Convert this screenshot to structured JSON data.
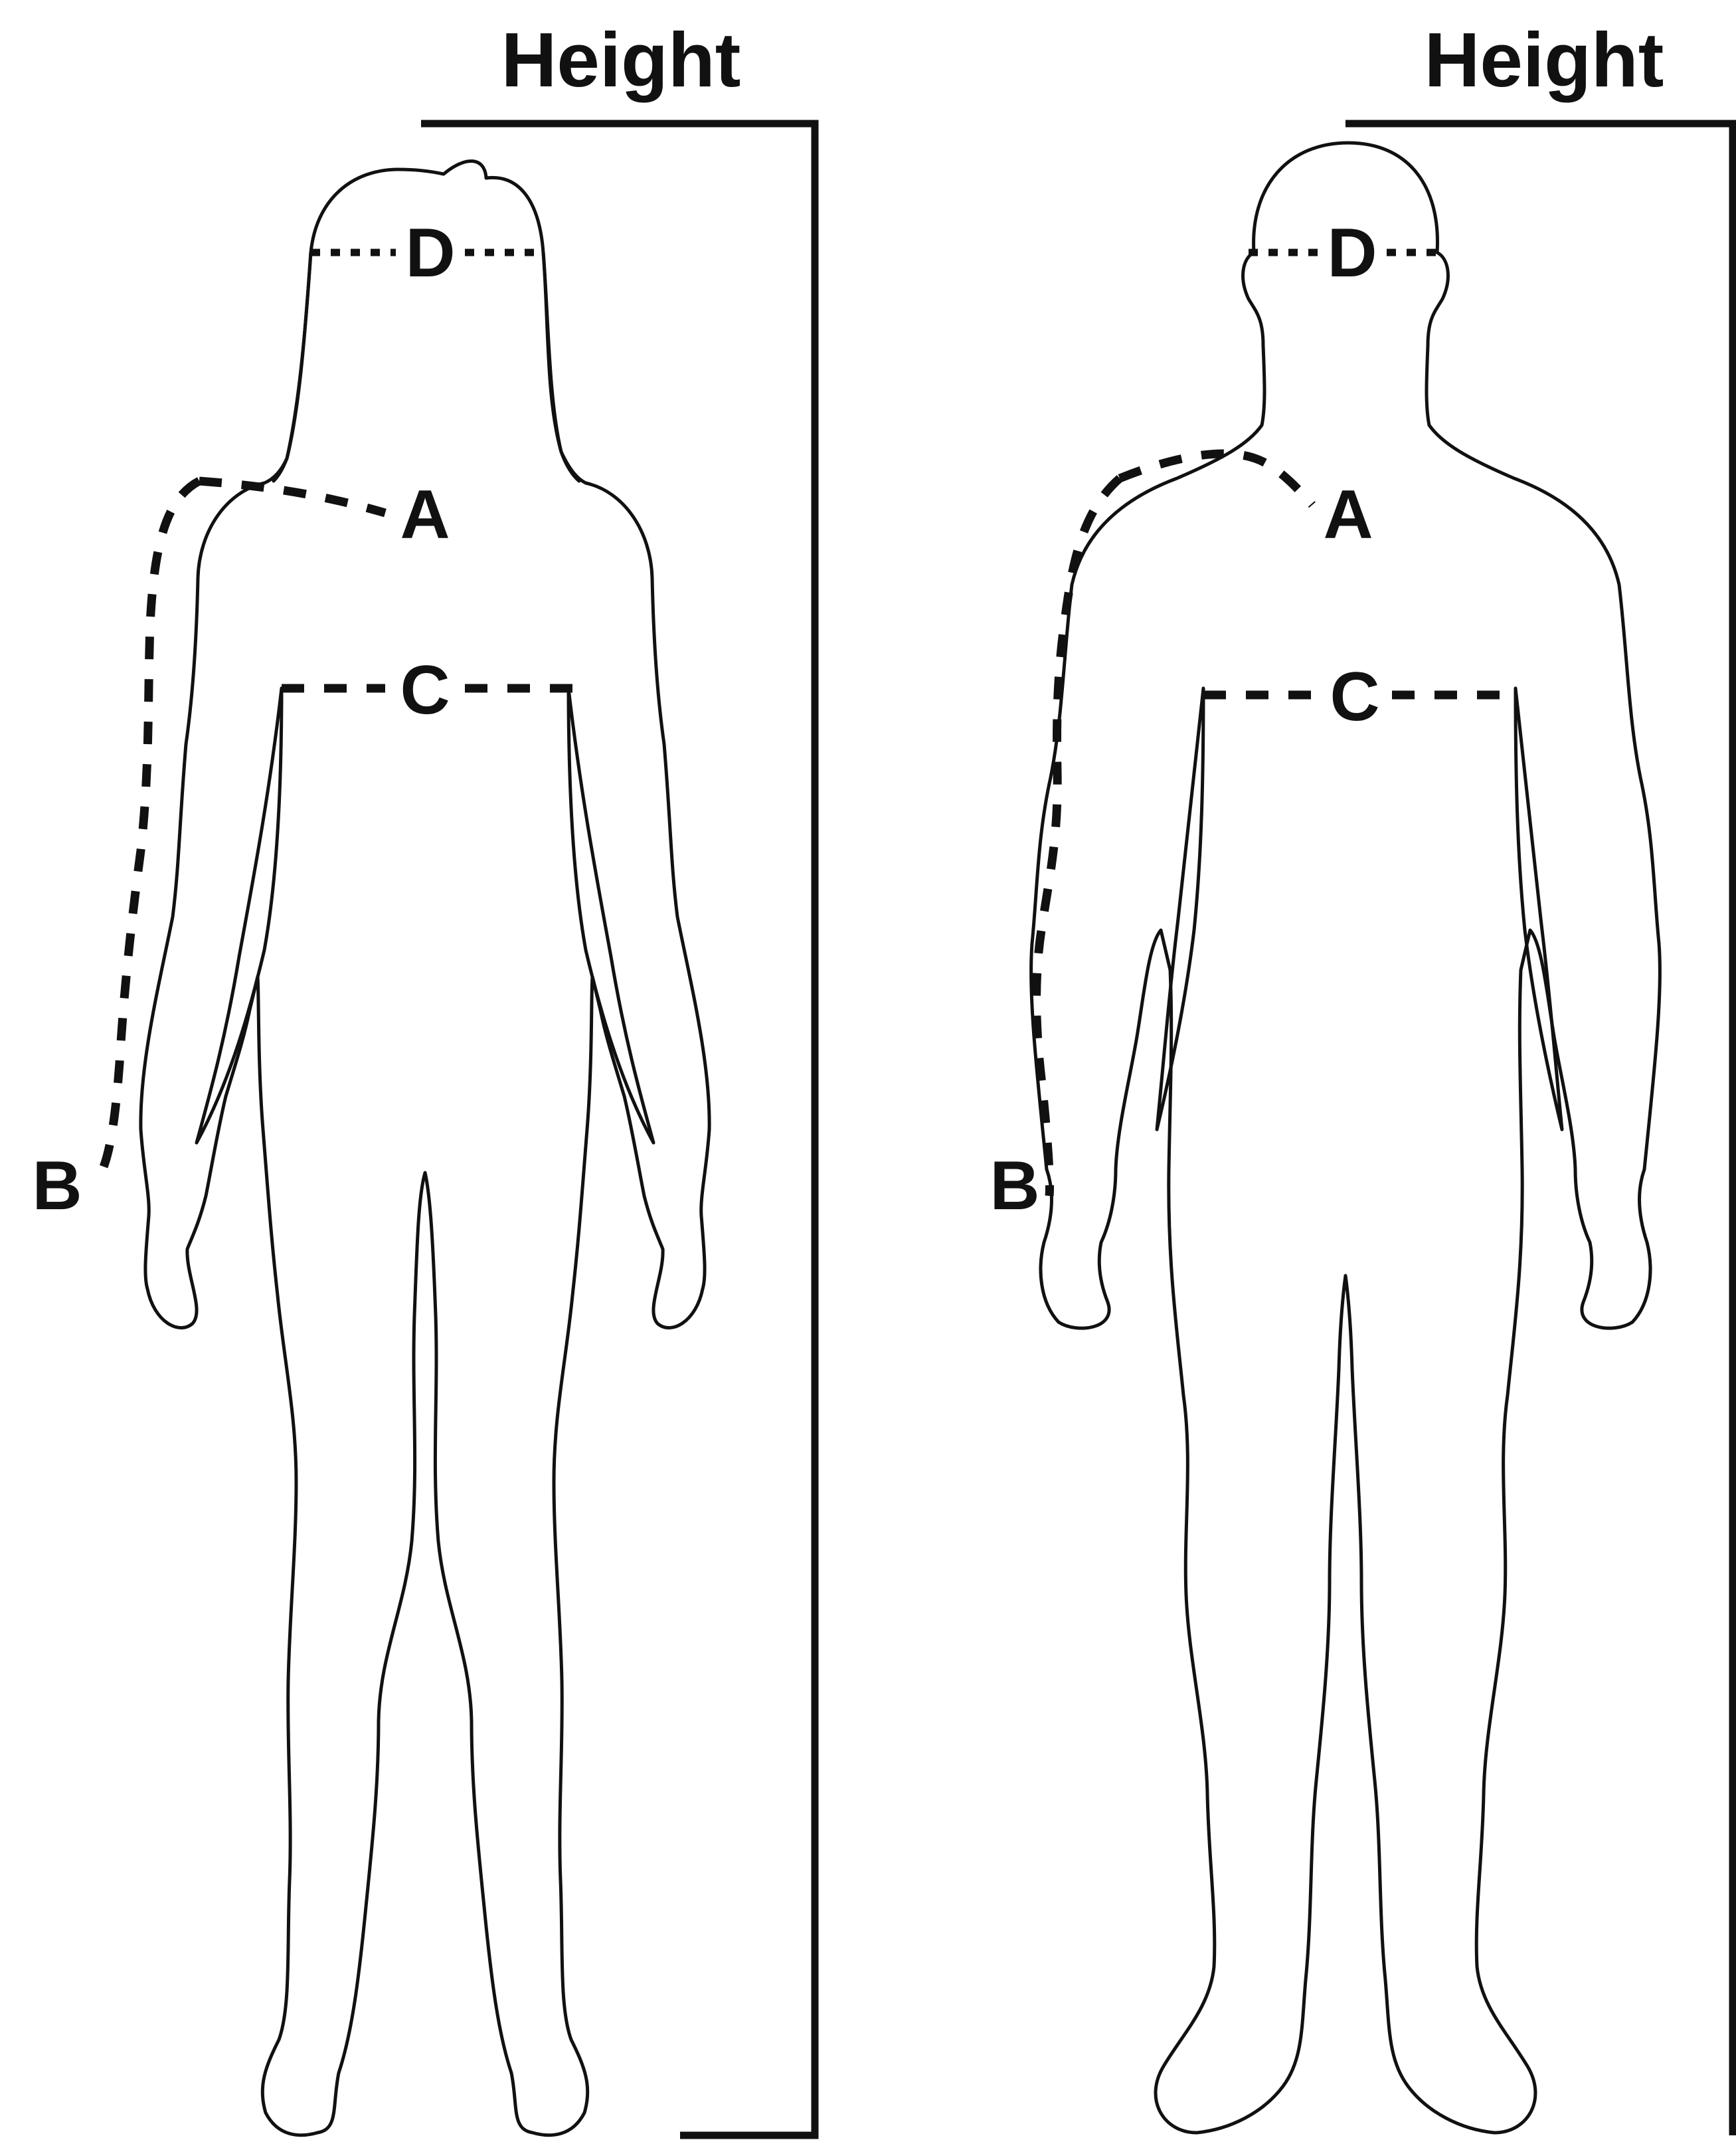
{
  "figures": [
    {
      "id": "female",
      "height_label": "Height",
      "labels": {
        "a": "A",
        "b": "B",
        "c": "C",
        "d": "D"
      }
    },
    {
      "id": "male",
      "height_label": "Height",
      "labels": {
        "a": "A",
        "b": "B",
        "c": "C",
        "d": "D"
      }
    }
  ],
  "colors": {
    "ink": "#111111",
    "background": "#ffffff"
  }
}
